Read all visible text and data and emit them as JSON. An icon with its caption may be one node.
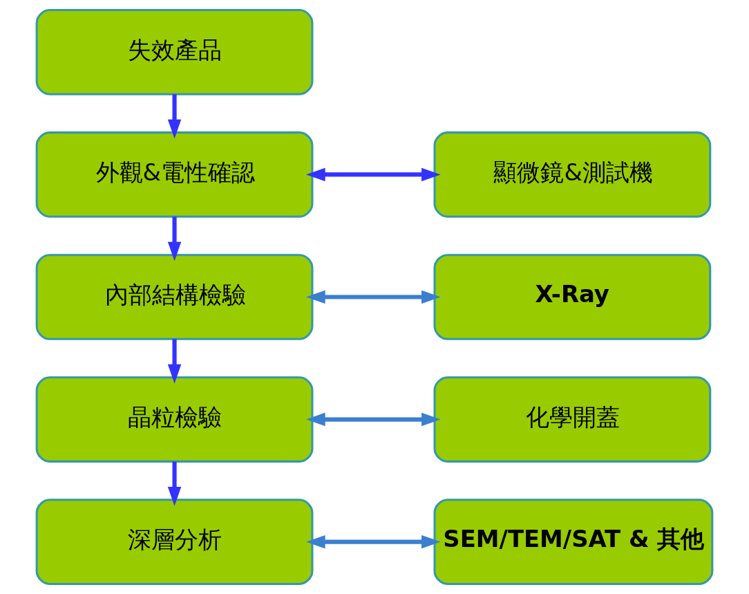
{
  "diagram": {
    "nodes": [
      {
        "text": [
          "失效產品"
        ]
      },
      {
        "text": [
          "外觀&電性確認"
        ]
      },
      {
        "text": [
          "顯微鏡&測試機"
        ]
      },
      {
        "text": [
          "內部結構檢驗"
        ]
      },
      {
        "text": [
          "X-Ray"
        ]
      },
      {
        "text": [
          "晶粒檢驗"
        ]
      },
      {
        "text": [
          "化學開蓋"
        ]
      },
      {
        "text": [
          "深層分析"
        ]
      },
      {
        "text": [
          "SEM/TEM/SAT & 其他"
        ]
      }
    ],
    "edges": [
      {
        "from": 0,
        "to": 1,
        "arrow": "to"
      },
      {
        "from": 1,
        "to": 2,
        "arrow": "both"
      },
      {
        "from": 1,
        "to": 3,
        "arrow": "to"
      },
      {
        "from": 3,
        "to": 4,
        "arrow": "both",
        "color": "#3a7fd0"
      },
      {
        "from": 3,
        "to": 5,
        "arrow": "to"
      },
      {
        "from": 5,
        "to": 6,
        "arrow": "both",
        "color": "#3a7fd0"
      },
      {
        "from": 5,
        "to": 7,
        "arrow": "to"
      },
      {
        "from": 7,
        "to": 8,
        "arrow": "both",
        "color": "#3a7fd0"
      }
    ]
  }
}
